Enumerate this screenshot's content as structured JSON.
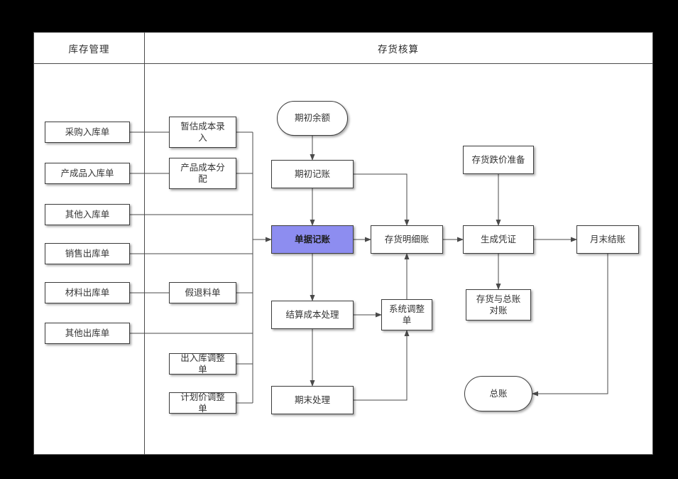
{
  "diagram": {
    "lanes": [
      {
        "label": "库存管理"
      },
      {
        "label": "存货核算"
      }
    ],
    "nodes": {
      "purchase_in": {
        "label": "采购入库单",
        "type": "process"
      },
      "finished_in": {
        "label": "产成品入库单",
        "type": "process"
      },
      "other_in": {
        "label": "其他入库单",
        "type": "process"
      },
      "sales_out": {
        "label": "销售出库单",
        "type": "process"
      },
      "material_out": {
        "label": "材料出库单",
        "type": "process"
      },
      "other_out": {
        "label": "其他出库单",
        "type": "process"
      },
      "est_cost": {
        "label": "暂估成本录入",
        "type": "process"
      },
      "cost_alloc": {
        "label": "产品成本分配",
        "type": "process"
      },
      "fake_return": {
        "label": "假退料单",
        "type": "process"
      },
      "inout_adjust": {
        "label": "出入库调整单",
        "type": "process"
      },
      "plan_price_adjust": {
        "label": "计划价调整单",
        "type": "process"
      },
      "opening_balance": {
        "label": "期初余额",
        "type": "terminator"
      },
      "opening_booking": {
        "label": "期初记账",
        "type": "process"
      },
      "doc_booking": {
        "label": "单据记账",
        "type": "process-highlight"
      },
      "inventory_ledger": {
        "label": "存货明细账",
        "type": "process"
      },
      "settle_cost": {
        "label": "结算成本处理",
        "type": "process"
      },
      "sys_adjust": {
        "label": "系统调整单",
        "type": "process"
      },
      "period_end": {
        "label": "期末处理",
        "type": "process"
      },
      "depreciation": {
        "label": "存货跌价准备",
        "type": "process"
      },
      "gen_voucher": {
        "label": "生成凭证",
        "type": "process"
      },
      "reconcile": {
        "label": "存货与总账对账",
        "type": "process"
      },
      "general_ledger": {
        "label": "总账",
        "type": "terminator"
      },
      "month_close": {
        "label": "月末结账",
        "type": "process"
      }
    },
    "edges": [
      {
        "from": "opening_balance",
        "to": "opening_booking"
      },
      {
        "from": "opening_booking",
        "to": "doc_booking"
      },
      {
        "from": "opening_booking",
        "to": "inventory_ledger"
      },
      {
        "from": "doc_booking",
        "to": "inventory_ledger"
      },
      {
        "from": "inventory_ledger",
        "to": "gen_voucher"
      },
      {
        "from": "gen_voucher",
        "to": "month_close"
      },
      {
        "from": "depreciation",
        "to": "gen_voucher"
      },
      {
        "from": "gen_voucher",
        "to": "reconcile"
      },
      {
        "from": "doc_booking",
        "to": "settle_cost"
      },
      {
        "from": "settle_cost",
        "to": "sys_adjust"
      },
      {
        "from": "sys_adjust",
        "to": "inventory_ledger"
      },
      {
        "from": "settle_cost",
        "to": "period_end"
      },
      {
        "from": "period_end",
        "to": "sys_adjust"
      },
      {
        "from": "month_close",
        "to": "general_ledger"
      },
      {
        "from": "purchase_in",
        "to": "est_cost"
      },
      {
        "from": "finished_in",
        "to": "cost_alloc"
      },
      {
        "from": "material_out",
        "to": "fake_return"
      },
      {
        "from": "est_cost",
        "to": "doc_booking"
      },
      {
        "from": "cost_alloc",
        "to": "doc_booking"
      },
      {
        "from": "other_in",
        "to": "doc_booking"
      },
      {
        "from": "sales_out",
        "to": "doc_booking"
      },
      {
        "from": "fake_return",
        "to": "doc_booking"
      },
      {
        "from": "other_out",
        "to": "doc_booking"
      },
      {
        "from": "inout_adjust",
        "to": "doc_booking"
      },
      {
        "from": "plan_price_adjust",
        "to": "doc_booking"
      }
    ],
    "colors": {
      "page_bg": "#000000",
      "canvas_bg": "#ffffff",
      "line": "#4a4a4a",
      "node_border": "#3c3c3c",
      "highlight": "#8d8df0"
    }
  }
}
